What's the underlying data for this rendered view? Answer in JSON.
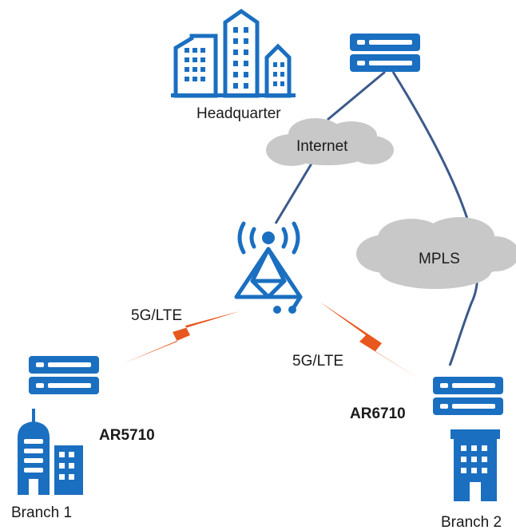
{
  "labels": {
    "headquarter": "Headquarter",
    "internet": "Internet",
    "mpls": "MPLS",
    "link_left": "5G/LTE",
    "link_right": "5G/LTE",
    "router_left": "AR5710",
    "router_right": "AR6710",
    "branch1": "Branch 1",
    "branch2": "Branch 2"
  },
  "colors": {
    "icon_blue": "#1a6fc0",
    "link_line": "#3c5a8a",
    "lightning": "#e8571e",
    "cloud": "#c8c8c8"
  },
  "icons": [
    "headquarter-buildings-icon",
    "hq-router-icon",
    "cell-tower-icon",
    "branch1-router-icon",
    "branch1-building-icon",
    "branch2-router-icon",
    "branch2-building-icon"
  ]
}
